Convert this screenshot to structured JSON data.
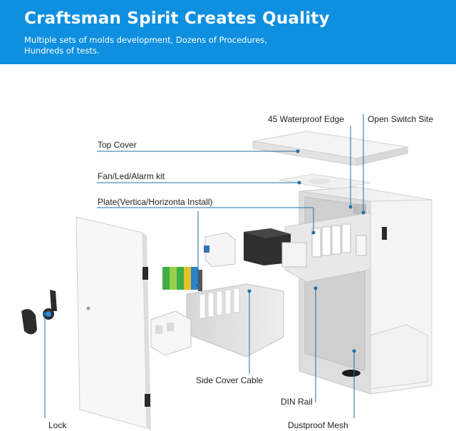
{
  "header": {
    "title": "Craftsman Spirit Creates Quality",
    "subtitle": "Multiple sets of molds development, Dozens of Procedures, Hundreds of tests."
  },
  "labels": {
    "top_cover": "Top Cover",
    "fan_led_alarm": "Fan/Led/Alarm kit",
    "plate_install": "Plate(Vertica/Horizonta Install)",
    "waterproof_edge": "45 Waterproof Edge",
    "open_switch_site": "Open Switch Site",
    "side_cover_cable": "Side Cover Cable",
    "din_rail": "DIN Rail",
    "lock": "Lock",
    "dustproof_mesh": "Dustproof Mesh"
  },
  "colors": {
    "banner": "#0e8fe0",
    "leader_line": "#1e6fa8",
    "enclosure": "#f2f2f2"
  }
}
